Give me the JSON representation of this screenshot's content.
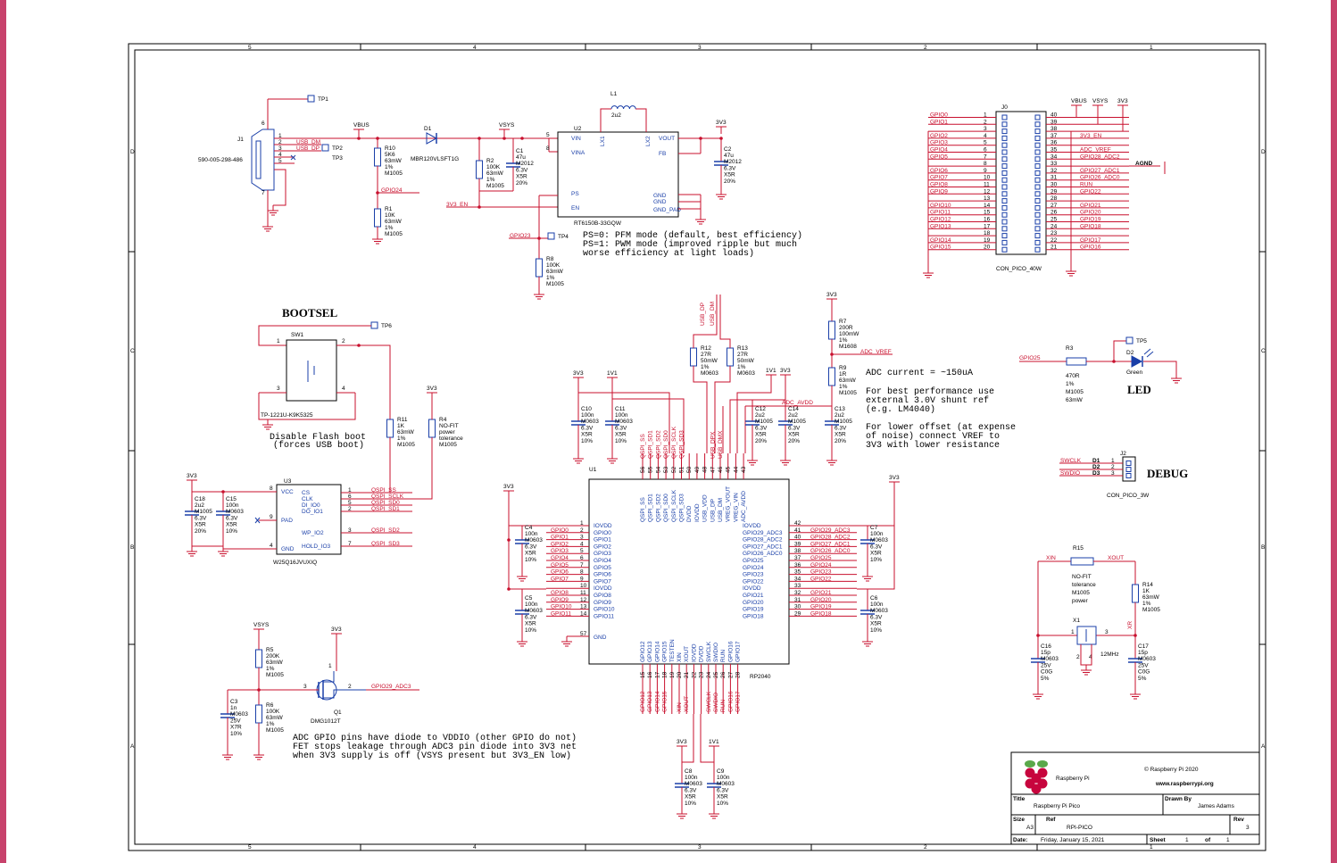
{
  "border_ticks": {
    "top": [
      "5",
      "4",
      "3",
      "2",
      "1"
    ],
    "bottom": [
      "5",
      "4",
      "3",
      "2",
      "1"
    ],
    "left": [
      "D",
      "C",
      "B",
      "A"
    ],
    "right": [
      "D",
      "C",
      "B",
      "A"
    ]
  },
  "title_block": {
    "logo_text": "Raspberry Pi",
    "copyright": "© Raspberry Pi 2020",
    "website": "www.raspberrypi.org",
    "title_label": "Title",
    "title": "Raspberry Pi Pico",
    "drawn_by_label": "Drawn By",
    "drawn_by": "James Adams",
    "size_label": "Size",
    "size": "A3",
    "ref_label": "Ref",
    "ref": "RPI-PICO",
    "rev_label": "Rev",
    "rev": "3",
    "date_label": "Date:",
    "date": "Friday, January 15, 2021",
    "sheet_label": "Sheet",
    "sheet": "1",
    "of_label": "of",
    "sheets": "1"
  },
  "notes": {
    "bootsel": "BOOTSEL",
    "led": "LED",
    "debug": "DEBUG",
    "disable_flash": [
      "Disable Flash boot",
      "(forces USB boot)"
    ],
    "ps_mode": [
      "PS=0: PFM mode (default, best efficiency)",
      "PS=1: PWM mode (improved ripple but much",
      "       worse efficiency at light loads)"
    ],
    "adc_current": "ADC current = ~150uA",
    "adc_best": [
      "For best performance use",
      "external 3.0V shunt ref",
      "(e.g. LM4040)"
    ],
    "adc_offset": [
      "For lower offset (at expense",
      "of noise) connect VREF to",
      "3V3 with lower resistance"
    ],
    "adc_gpio": [
      "ADC GPIO pins have diode to VDDIO (other GPIO do not)",
      "FET stops leakage through ADC3 pin diode into 3V3 net",
      "when 3V3 supply is off (VSYS present but 3V3_EN low)"
    ]
  },
  "usb_section": {
    "j1": {
      "ref": "J1",
      "part": "590-005-298-486",
      "pins": [
        "6",
        "1",
        "2",
        "3",
        "4",
        "5",
        "7"
      ]
    },
    "tp1": "TP1",
    "tp2": "TP2",
    "tp3": "TP3",
    "nets": {
      "vbus": "VBUS",
      "usb_dm": "USB_DM",
      "usb_dp": "USB_DP",
      "gpio24": "GPIO24",
      "vsys": "VSYS",
      "v3v3_en": "3V3_EN",
      "gpio23": "GPIO23",
      "v3v3": "3V3"
    },
    "d1": {
      "ref": "D1",
      "part": "MBR120VLSFT1G"
    },
    "r10": {
      "ref": "R10",
      "v": [
        "5K6",
        "63mW",
        "1%",
        "M1005"
      ]
    },
    "r1": {
      "ref": "R1",
      "v": [
        "10K",
        "63mW",
        "1%",
        "M1005"
      ]
    },
    "r2": {
      "ref": "R2",
      "v": [
        "100K",
        "63mW",
        "1%",
        "M1005"
      ]
    },
    "c1": {
      "ref": "C1",
      "v": [
        "47u",
        "M2012",
        "6.3V",
        "X5R",
        "20%"
      ]
    },
    "u2": {
      "ref": "U2",
      "part": "RT6150B-33GQW",
      "pins_l": [
        "VIN",
        "VINA",
        "PS",
        "EN"
      ],
      "pins_r": [
        "VOUT",
        "FB",
        "GND",
        "GND",
        "GND_PAD"
      ],
      "lx1": "LX1",
      "lx2": "LX2"
    },
    "l1": {
      "ref": "L1",
      "v": "2u2"
    },
    "c2": {
      "ref": "C2",
      "v": [
        "47u",
        "M2012",
        "6.3V",
        "X5R",
        "20%"
      ]
    },
    "r8": {
      "ref": "R8",
      "v": [
        "100K",
        "63mW",
        "1%",
        "M1005"
      ]
    },
    "tp4": "TP4"
  },
  "header": {
    "ref": "J0",
    "part": "CON_PICO_40W",
    "top_nets": [
      "VBUS",
      "VSYS",
      "3V3"
    ],
    "agnd": "AGND",
    "left": [
      {
        "net": "GPIO0",
        "pin": "1"
      },
      {
        "net": "GPIO1",
        "pin": "2"
      },
      {
        "net": "",
        "pin": "3"
      },
      {
        "net": "GPIO2",
        "pin": "4"
      },
      {
        "net": "GPIO3",
        "pin": "5"
      },
      {
        "net": "GPIO4",
        "pin": "6"
      },
      {
        "net": "GPIO5",
        "pin": "7"
      },
      {
        "net": "",
        "pin": "8"
      },
      {
        "net": "GPIO6",
        "pin": "9"
      },
      {
        "net": "GPIO7",
        "pin": "10"
      },
      {
        "net": "GPIO8",
        "pin": "11"
      },
      {
        "net": "GPIO9",
        "pin": "12"
      },
      {
        "net": "",
        "pin": "13"
      },
      {
        "net": "GPIO10",
        "pin": "14"
      },
      {
        "net": "GPIO11",
        "pin": "15"
      },
      {
        "net": "GPIO12",
        "pin": "16"
      },
      {
        "net": "GPIO13",
        "pin": "17"
      },
      {
        "net": "",
        "pin": "18"
      },
      {
        "net": "GPIO14",
        "pin": "19"
      },
      {
        "net": "GPIO15",
        "pin": "20"
      }
    ],
    "right": [
      {
        "net": "",
        "pin": "40"
      },
      {
        "net": "",
        "pin": "39"
      },
      {
        "net": "",
        "pin": "38"
      },
      {
        "net": "3V3_EN",
        "pin": "37"
      },
      {
        "net": "",
        "pin": "36"
      },
      {
        "net": "ADC_VREF",
        "pin": "35"
      },
      {
        "net": "GPIO28_ADC2",
        "pin": "34"
      },
      {
        "net": "",
        "pin": "33"
      },
      {
        "net": "GPIO27_ADC1",
        "pin": "32"
      },
      {
        "net": "GPIO26_ADC0",
        "pin": "31"
      },
      {
        "net": "RUN",
        "pin": "30"
      },
      {
        "net": "GPIO22",
        "pin": "29"
      },
      {
        "net": "",
        "pin": "28"
      },
      {
        "net": "GPIO21",
        "pin": "27"
      },
      {
        "net": "GPIO20",
        "pin": "26"
      },
      {
        "net": "GPIO19",
        "pin": "25"
      },
      {
        "net": "GPIO18",
        "pin": "24"
      },
      {
        "net": "",
        "pin": "23"
      },
      {
        "net": "GPIO17",
        "pin": "22"
      },
      {
        "net": "GPIO16",
        "pin": "21"
      }
    ]
  },
  "bootsel_section": {
    "sw1": {
      "ref": "SW1",
      "part": "TP-1221U-K9K5325",
      "pins": [
        "1",
        "2",
        "3",
        "4"
      ]
    },
    "tp6": "TP6",
    "r11": {
      "ref": "R11",
      "v": [
        "1K",
        "63mW",
        "1%",
        "M1005"
      ]
    },
    "r4": {
      "ref": "R4",
      "v": [
        "NO-FIT",
        "power",
        "tolerance",
        "M1005"
      ]
    },
    "v3v3": "3V3"
  },
  "flash_section": {
    "u3": {
      "ref": "U3",
      "part": "W25Q16JVUXIQ"
    },
    "pins_l": [
      {
        "pin": "8",
        "name": "VCC"
      },
      {
        "pin": "9",
        "name": "PAD"
      },
      {
        "pin": "4",
        "name": "GND"
      }
    ],
    "pins_r": [
      {
        "pin": "1",
        "name": "CS",
        "net": "QSPI_SS"
      },
      {
        "pin": "6",
        "name": "CLK",
        "net": "QSPI_SCLK"
      },
      {
        "pin": "5",
        "name": "DI_IO0",
        "net": "QSPI_SD0"
      },
      {
        "pin": "2",
        "name": "DO_IO1",
        "net": "QSPI_SD1"
      },
      {
        "pin": "3",
        "name": "WP_IO2",
        "net": "QSPI_SD2"
      },
      {
        "pin": "7",
        "name": "HOLD_IO3",
        "net": "QSPI_SD3"
      }
    ],
    "c18": {
      "ref": "C18",
      "v": [
        "2u2",
        "M1005",
        "6.3V",
        "X5R",
        "20%"
      ]
    },
    "c15": {
      "ref": "C15",
      "v": [
        "100n",
        "M0603",
        "6.3V",
        "X5R",
        "10%"
      ]
    },
    "v3v3": "3V3"
  },
  "rp2040": {
    "ref": "U1",
    "part": "RP2040",
    "top_pins": [
      {
        "pin": "56",
        "name": "QSPI_SS",
        "net": "QSPI_SS"
      },
      {
        "pin": "55",
        "name": "QSPI_SD1",
        "net": "QSPI_SD1"
      },
      {
        "pin": "54",
        "name": "QSPI_SD2",
        "net": "QSPI_SD2"
      },
      {
        "pin": "53",
        "name": "QSPI_SD0",
        "net": "QSPI_SD0"
      },
      {
        "pin": "52",
        "name": "QSPI_SCLK",
        "net": "QSPI_SCLK"
      },
      {
        "pin": "51",
        "name": "QSPI_SD3",
        "net": "QSPI_SD3"
      },
      {
        "pin": "50",
        "name": "DVDD",
        "net": ""
      },
      {
        "pin": "49",
        "name": "IOVDD",
        "net": ""
      },
      {
        "pin": "48",
        "name": "USB_VDD",
        "net": ""
      },
      {
        "pin": "47",
        "name": "USB_DP",
        "net": "USB_DPX"
      },
      {
        "pin": "46",
        "name": "USB_DM",
        "net": "USB_DMX"
      },
      {
        "pin": "45",
        "name": "VREG_VOUT",
        "net": ""
      },
      {
        "pin": "44",
        "name": "VREG_VIN",
        "net": ""
      },
      {
        "pin": "43",
        "name": "ADC_AVDD",
        "net": ""
      }
    ],
    "left_pins": [
      {
        "pin": "1",
        "name": "IOVDD",
        "net": ""
      },
      {
        "pin": "2",
        "name": "GPIO0",
        "net": "GPIO0"
      },
      {
        "pin": "3",
        "name": "GPIO1",
        "net": "GPIO1"
      },
      {
        "pin": "4",
        "name": "GPIO2",
        "net": "GPIO2"
      },
      {
        "pin": "5",
        "name": "GPIO3",
        "net": "GPIO3"
      },
      {
        "pin": "6",
        "name": "GPIO4",
        "net": "GPIO4"
      },
      {
        "pin": "7",
        "name": "GPIO5",
        "net": "GPIO5"
      },
      {
        "pin": "8",
        "name": "GPIO6",
        "net": "GPIO6"
      },
      {
        "pin": "9",
        "name": "GPIO7",
        "net": "GPIO7"
      },
      {
        "pin": "10",
        "name": "IOVDD",
        "net": ""
      },
      {
        "pin": "11",
        "name": "GPIO8",
        "net": "GPIO8"
      },
      {
        "pin": "12",
        "name": "GPIO9",
        "net": "GPIO9"
      },
      {
        "pin": "13",
        "name": "GPIO10",
        "net": "GPIO10"
      },
      {
        "pin": "14",
        "name": "GPIO11",
        "net": "GPIO11"
      }
    ],
    "right_pins": [
      {
        "pin": "42",
        "name": "IOVDD",
        "net": ""
      },
      {
        "pin": "41",
        "name": "GPIO29_ADC3",
        "net": "GPIO29_ADC3"
      },
      {
        "pin": "40",
        "name": "GPIO28_ADC2",
        "net": "GPIO28_ADC2"
      },
      {
        "pin": "39",
        "name": "GPIO27_ADC1",
        "net": "GPIO27_ADC1"
      },
      {
        "pin": "38",
        "name": "GPIO26_ADC0",
        "net": "GPIO26_ADC0"
      },
      {
        "pin": "37",
        "name": "GPIO25",
        "net": "GPIO25"
      },
      {
        "pin": "36",
        "name": "GPIO24",
        "net": "GPIO24"
      },
      {
        "pin": "35",
        "name": "GPIO23",
        "net": "GPIO23"
      },
      {
        "pin": "34",
        "name": "GPIO22",
        "net": "GPIO22"
      },
      {
        "pin": "33",
        "name": "IOVDD",
        "net": ""
      },
      {
        "pin": "32",
        "name": "GPIO21",
        "net": "GPIO21"
      },
      {
        "pin": "31",
        "name": "GPIO20",
        "net": "GPIO20"
      },
      {
        "pin": "30",
        "name": "GPIO19",
        "net": "GPIO19"
      },
      {
        "pin": "29",
        "name": "GPIO18",
        "net": "GPIO18"
      }
    ],
    "bottom_pins": [
      {
        "pin": "15",
        "name": "GPIO12",
        "net": "GPIO12"
      },
      {
        "pin": "16",
        "name": "GPIO13",
        "net": "GPIO13"
      },
      {
        "pin": "17",
        "name": "GPIO14",
        "net": "GPIO14"
      },
      {
        "pin": "18",
        "name": "GPIO15",
        "net": "GPIO15"
      },
      {
        "pin": "19",
        "name": "TESTEN",
        "net": ""
      },
      {
        "pin": "20",
        "name": "XIN",
        "net": "XIN"
      },
      {
        "pin": "21",
        "name": "XOUT",
        "net": "XOUT"
      },
      {
        "pin": "22",
        "name": "IOVDD",
        "net": ""
      },
      {
        "pin": "23",
        "name": "DVDD",
        "net": ""
      },
      {
        "pin": "24",
        "name": "SWCLK",
        "net": "SWCLK"
      },
      {
        "pin": "25",
        "name": "SWDIO",
        "net": "SWDIO"
      },
      {
        "pin": "26",
        "name": "RUN",
        "net": "RUN"
      },
      {
        "pin": "27",
        "name": "GPIO16",
        "net": "GPIO16"
      },
      {
        "pin": "28",
        "name": "GPIO17",
        "net": "GPIO17"
      }
    ],
    "gnd_pin": {
      "pin": "57",
      "name": "GND"
    }
  },
  "decoupling": {
    "c10": {
      "ref": "C10",
      "v": [
        "100n",
        "M0603",
        "6.3V",
        "X5R",
        "10%"
      ]
    },
    "c11": {
      "ref": "C11",
      "v": [
        "100n",
        "M0603",
        "6.3V",
        "X5R",
        "10%"
      ]
    },
    "c12": {
      "ref": "C12",
      "v": [
        "2u2",
        "M1005",
        "6.3V",
        "X5R",
        "20%"
      ]
    },
    "c14": {
      "ref": "C14",
      "v": [
        "2u2",
        "M1005",
        "6.3V",
        "X5R",
        "20%"
      ]
    },
    "c13": {
      "ref": "C13",
      "v": [
        "2u2",
        "M1005",
        "6.3V",
        "X5R",
        "20%"
      ]
    },
    "c4": {
      "ref": "C4",
      "v": [
        "100n",
        "M0603",
        "6.3V",
        "X5R",
        "10%"
      ]
    },
    "c5": {
      "ref": "C5",
      "v": [
        "100n",
        "M0603",
        "6.3V",
        "X5R",
        "10%"
      ]
    },
    "c7": {
      "ref": "C7",
      "v": [
        "100n",
        "M0603",
        "6.3V",
        "X5R",
        "10%"
      ]
    },
    "c6": {
      "ref": "C6",
      "v": [
        "100n",
        "M0603",
        "6.3V",
        "X5R",
        "10%"
      ]
    },
    "c8": {
      "ref": "C8",
      "v": [
        "100n",
        "M0603",
        "6.3V",
        "X5R",
        "10%"
      ]
    },
    "c9": {
      "ref": "C9",
      "v": [
        "100n",
        "M0603",
        "6.3V",
        "X5R",
        "10%"
      ]
    },
    "r12": {
      "ref": "R12",
      "v": [
        "27R",
        "50mW",
        "1%",
        "M0603"
      ]
    },
    "r13": {
      "ref": "R13",
      "v": [
        "27R",
        "50mW",
        "1%",
        "M0603"
      ]
    },
    "r7": {
      "ref": "R7",
      "v": [
        "200R",
        "100mW",
        "1%",
        "M1608"
      ]
    },
    "r9": {
      "ref": "R9",
      "v": [
        "1R",
        "63mW",
        "1%",
        "M1005"
      ]
    },
    "nets": {
      "v3v3": "3V3",
      "v1v1": "1V1",
      "adc_vref": "ADC_VREF",
      "adc_avdd": "ADC_AVDD",
      "usb_dp": "USB_DP",
      "usb_dm": "USB_DM",
      "usb_dpx": "USB_DPX",
      "usb_dmx": "USB_DMX"
    }
  },
  "led_section": {
    "r3": {
      "ref": "R3",
      "v": [
        "470R",
        "1%",
        "M1005",
        "63mW"
      ]
    },
    "d2": {
      "ref": "D2",
      "v": "Green"
    },
    "tp5": "TP5",
    "gpio25": "GPIO25"
  },
  "debug_section": {
    "j2": {
      "ref": "J2",
      "part": "CON_PICO_3W"
    },
    "nets": [
      "SWCLK",
      "SWDIO"
    ],
    "pins": [
      "D1",
      "D2",
      "D3"
    ],
    "nums": [
      "1",
      "2",
      "3"
    ]
  },
  "crystal_section": {
    "r15": {
      "ref": "R15",
      "v": [
        "NO-FIT",
        "tolerance",
        "M1005",
        "power"
      ]
    },
    "r14": {
      "ref": "R14",
      "v": [
        "1K",
        "63mW",
        "1%",
        "M1005"
      ]
    },
    "x1": {
      "ref": "X1",
      "v": "12MHz",
      "pins": [
        "1",
        "3",
        "2",
        "4"
      ]
    },
    "c16": {
      "ref": "C16",
      "v": [
        "15p",
        "M0603",
        "25V",
        "C0G",
        "5%"
      ]
    },
    "c17": {
      "ref": "C17",
      "v": [
        "15p",
        "M0603",
        "25V",
        "C0G",
        "5%"
      ]
    },
    "nets": {
      "xin": "XIN",
      "xout": "XOUT",
      "xr": "XR"
    }
  },
  "adc_fet_section": {
    "r5": {
      "ref": "R5",
      "v": [
        "200K",
        "63mW",
        "1%",
        "M1005"
      ]
    },
    "r6": {
      "ref": "R6",
      "v": [
        "100K",
        "63mW",
        "1%",
        "M1005"
      ]
    },
    "c3": {
      "ref": "C3",
      "v": [
        "1n",
        "M0603",
        "25V",
        "X7R",
        "10%"
      ]
    },
    "q1": {
      "ref": "Q1",
      "part": "DMG1012T",
      "pins": [
        "3",
        "2",
        "1"
      ]
    },
    "nets": {
      "vsys": "VSYS",
      "v3v3": "3V3",
      "gpio29": "GPIO29_ADC3"
    }
  }
}
